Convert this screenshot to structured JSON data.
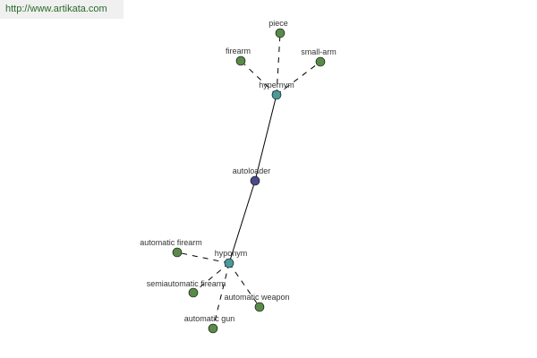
{
  "watermark": "http://www.artikata.com",
  "colors": {
    "leaf": "#5a8a4a",
    "hub": "#4a9a9a",
    "center": "#4a4a8a"
  },
  "nodes": [
    {
      "id": "autoloader",
      "label": "autoloader",
      "kind": "center"
    },
    {
      "id": "hypernym",
      "label": "hypernym",
      "kind": "hub"
    },
    {
      "id": "hyponym",
      "label": "hyponym",
      "kind": "hub"
    },
    {
      "id": "piece",
      "label": "piece",
      "kind": "leaf"
    },
    {
      "id": "firearm",
      "label": "firearm",
      "kind": "leaf"
    },
    {
      "id": "small-arm",
      "label": "small-arm",
      "kind": "leaf"
    },
    {
      "id": "automatic-firearm",
      "label": "automatic firearm",
      "kind": "leaf"
    },
    {
      "id": "semiautomatic-firearm",
      "label": "semiautomatic firearm",
      "kind": "leaf"
    },
    {
      "id": "automatic-weapon",
      "label": "automatic weapon",
      "kind": "leaf"
    },
    {
      "id": "automatic-gun",
      "label": "automatic gun",
      "kind": "leaf"
    }
  ],
  "edges": [
    {
      "from": "autoloader",
      "to": "hypernym",
      "style": "solid"
    },
    {
      "from": "autoloader",
      "to": "hyponym",
      "style": "solid"
    },
    {
      "from": "hypernym",
      "to": "piece",
      "style": "dashed"
    },
    {
      "from": "hypernym",
      "to": "firearm",
      "style": "dashed"
    },
    {
      "from": "hypernym",
      "to": "small-arm",
      "style": "dashed"
    },
    {
      "from": "hyponym",
      "to": "automatic-firearm",
      "style": "dashed"
    },
    {
      "from": "hyponym",
      "to": "semiautomatic-firearm",
      "style": "dashed"
    },
    {
      "from": "hyponym",
      "to": "automatic-weapon",
      "style": "dashed"
    },
    {
      "from": "hyponym",
      "to": "automatic-gun",
      "style": "dashed"
    }
  ]
}
